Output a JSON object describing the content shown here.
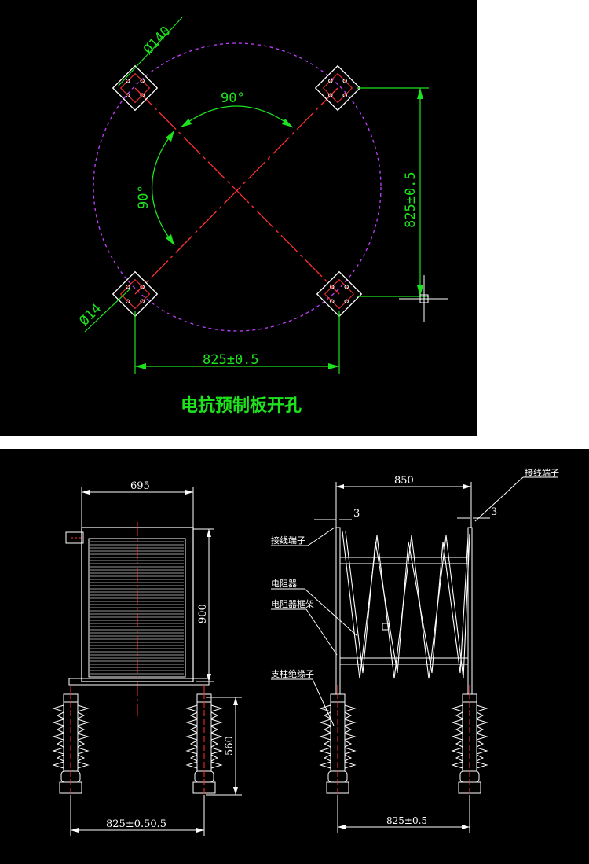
{
  "top_drawing": {
    "dim_hole_large": "Ø140",
    "dim_hole_small": "Ø14",
    "angle_top": "90°",
    "angle_left": "90°",
    "dim_vertical": "825±0.5",
    "dim_horizontal": "825±0.5",
    "caption": "电抗预制板开孔"
  },
  "bottom_drawing": {
    "left_view": {
      "dim_width": "695",
      "dim_height": "900",
      "dim_insulator": "560",
      "dim_base": "825±0.50.5"
    },
    "right_view": {
      "dim_width": "850",
      "dim_gap_left": "3",
      "dim_gap_right": "3",
      "dim_base": "825±0.5",
      "label_terminal_top": "接线端子",
      "label_terminal_left": "接线端子",
      "label_resistor": "电阻器",
      "label_resistor_frame": "电阻器框架",
      "label_insulator": "支柱绝缘子"
    }
  },
  "colors": {
    "background": "#000000",
    "dimension": "#1fe21f",
    "centerline": "#ff3030",
    "circle": "#c040ff",
    "outline": "#ffffff"
  }
}
